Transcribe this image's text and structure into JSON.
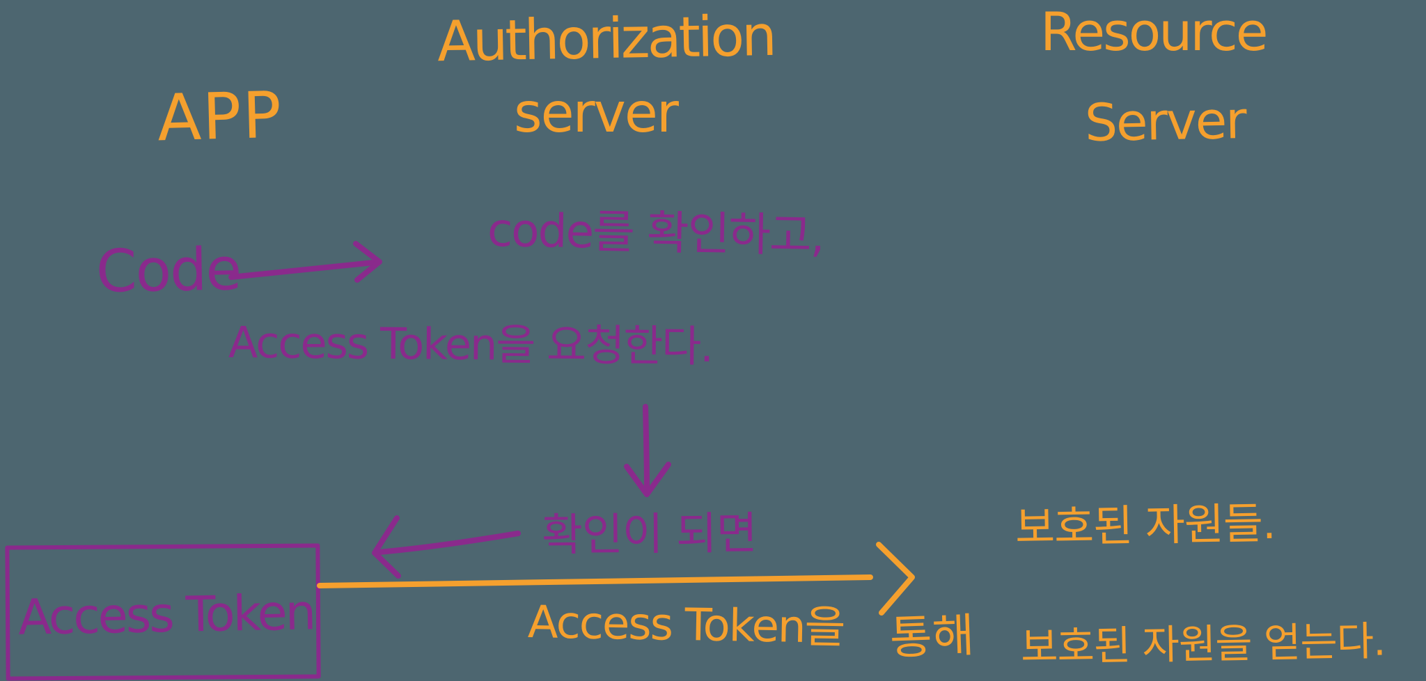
{
  "palette": {
    "background": "#4D6670",
    "marker_purple": "#8A2A8C",
    "marker_orange": "#F5A02E"
  },
  "headers": {
    "app": "APP",
    "authorization_line1": "Authorization",
    "authorization_line2": "server",
    "resource_line1": "Resource",
    "resource_line2": "Server"
  },
  "flow": {
    "code_label": "Code",
    "check_code": "code를 확인하고,",
    "request_access_token": "Access Token을 요청한다.",
    "when_confirmed": "확인이 되면",
    "access_token_box_label": "Access Token",
    "via_access_token": "Access Token을",
    "via_access_token_tail": "통해",
    "protected_resources": "보호된 자원들.",
    "obtain_protected_resources": "보호된 자원을 얻는다."
  },
  "arrows": {
    "code_to_auth_server": "app sends code to authorization server",
    "verify_down": "authorization server verifies",
    "auth_server_to_app": "token returned to app",
    "app_to_resource_server": "app calls resource server with access token"
  }
}
